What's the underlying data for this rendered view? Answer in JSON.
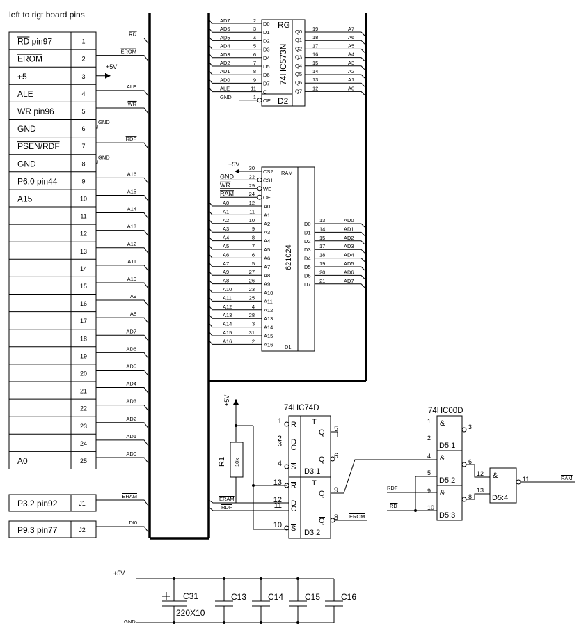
{
  "header": {
    "title": "left to rigt board pins"
  },
  "connector": {
    "rows": [
      {
        "label": "RD pin97",
        "pin": "1",
        "net": "RD"
      },
      {
        "label": "EROM",
        "pin": "2",
        "net": "EROM"
      },
      {
        "label": "+5",
        "pin": "3",
        "net": "+5V"
      },
      {
        "label": "ALE",
        "pin": "4",
        "net": "ALE"
      },
      {
        "label": "WR pin96",
        "pin": "5",
        "net": "WR"
      },
      {
        "label": "GND",
        "pin": "6",
        "net": "GND"
      },
      {
        "label": "PSEN/RDF",
        "pin": "7",
        "net": "RDF"
      },
      {
        "label": "GND",
        "pin": "8",
        "net": "GND"
      },
      {
        "label": "P6.0 pin44",
        "pin": "9",
        "net": "A16"
      },
      {
        "label": "A15",
        "pin": "10",
        "net": "A15"
      },
      {
        "label": "",
        "pin": "11",
        "net": "A14"
      },
      {
        "label": "",
        "pin": "12",
        "net": "A13"
      },
      {
        "label": "",
        "pin": "13",
        "net": "A12"
      },
      {
        "label": "",
        "pin": "14",
        "net": "A11"
      },
      {
        "label": "",
        "pin": "15",
        "net": "A10"
      },
      {
        "label": "",
        "pin": "16",
        "net": "A9"
      },
      {
        "label": "",
        "pin": "17",
        "net": "A8"
      },
      {
        "label": "",
        "pin": "18",
        "net": "AD7"
      },
      {
        "label": "",
        "pin": "19",
        "net": "AD6"
      },
      {
        "label": "",
        "pin": "20",
        "net": "AD5"
      },
      {
        "label": "",
        "pin": "21",
        "net": "AD4"
      },
      {
        "label": "",
        "pin": "22",
        "net": "AD3"
      },
      {
        "label": "",
        "pin": "23",
        "net": "AD2"
      },
      {
        "label": "",
        "pin": "24",
        "net": "AD1"
      },
      {
        "label": "A0",
        "pin": "25",
        "net": "AD0"
      }
    ],
    "jumpers": [
      {
        "label": "P3.2 pin92",
        "pin": "J1",
        "net": "ERAM"
      },
      {
        "label": "P9.3 pin77",
        "pin": "J2",
        "net": "DI0"
      }
    ]
  },
  "latch": {
    "name": "74HC573N",
    "ref": "D2",
    "type": "RG",
    "inputs": [
      {
        "net": "AD7",
        "num": "2",
        "pin": "D0"
      },
      {
        "net": "AD6",
        "num": "3",
        "pin": "D1"
      },
      {
        "net": "AD5",
        "num": "4",
        "pin": "D2"
      },
      {
        "net": "AD4",
        "num": "5",
        "pin": "D3"
      },
      {
        "net": "AD3",
        "num": "6",
        "pin": "D4"
      },
      {
        "net": "AD2",
        "num": "7",
        "pin": "D5"
      },
      {
        "net": "AD1",
        "num": "8",
        "pin": "D6"
      },
      {
        "net": "AD0",
        "num": "9",
        "pin": "D7"
      },
      {
        "net": "ALE",
        "num": "11",
        "pin": "C"
      },
      {
        "net": "GND",
        "num": "1",
        "pin": "OE"
      }
    ],
    "outputs": [
      {
        "pin": "Q0",
        "num": "19",
        "net": "A7"
      },
      {
        "pin": "Q1",
        "num": "18",
        "net": "A6"
      },
      {
        "pin": "Q2",
        "num": "17",
        "net": "A5"
      },
      {
        "pin": "Q3",
        "num": "16",
        "net": "A4"
      },
      {
        "pin": "Q4",
        "num": "15",
        "net": "A3"
      },
      {
        "pin": "Q5",
        "num": "14",
        "net": "A2"
      },
      {
        "pin": "Q6",
        "num": "13",
        "net": "A1"
      },
      {
        "pin": "Q7",
        "num": "12",
        "net": "A0"
      }
    ]
  },
  "ram": {
    "name": "621024",
    "type": "RAM",
    "ref": "D1",
    "vcc": "+5V",
    "controls": [
      {
        "net": "",
        "num": "30",
        "pin": "CS2"
      },
      {
        "net": "GND",
        "num": "22",
        "pin": "CS1"
      },
      {
        "net": "WR",
        "num": "29",
        "pin": "WE"
      },
      {
        "net": "RAM",
        "num": "24",
        "pin": "OE"
      }
    ],
    "addr": [
      {
        "net": "A0",
        "num": "12",
        "pin": "A0"
      },
      {
        "net": "A1",
        "num": "11",
        "pin": "A1"
      },
      {
        "net": "A2",
        "num": "10",
        "pin": "A2"
      },
      {
        "net": "A3",
        "num": "9",
        "pin": "A3"
      },
      {
        "net": "A4",
        "num": "8",
        "pin": "A4"
      },
      {
        "net": "A5",
        "num": "7",
        "pin": "A5"
      },
      {
        "net": "A6",
        "num": "6",
        "pin": "A6"
      },
      {
        "net": "A7",
        "num": "5",
        "pin": "A7"
      },
      {
        "net": "A9",
        "num": "27",
        "pin": "A8"
      },
      {
        "net": "A8",
        "num": "26",
        "pin": "A9"
      },
      {
        "net": "A10",
        "num": "23",
        "pin": "A10"
      },
      {
        "net": "A11",
        "num": "25",
        "pin": "A11"
      },
      {
        "net": "A12",
        "num": "4",
        "pin": "A12"
      },
      {
        "net": "A13",
        "num": "28",
        "pin": "A13"
      },
      {
        "net": "A14",
        "num": "3",
        "pin": "A14"
      },
      {
        "net": "A15",
        "num": "31",
        "pin": "A15"
      },
      {
        "net": "A16",
        "num": "2",
        "pin": "A16"
      }
    ],
    "data": [
      {
        "pin": "D0",
        "num": "13",
        "net": "AD0"
      },
      {
        "pin": "D1",
        "num": "14",
        "net": "AD1"
      },
      {
        "pin": "D2",
        "num": "15",
        "net": "AD2"
      },
      {
        "pin": "D3",
        "num": "17",
        "net": "AD3"
      },
      {
        "pin": "D4",
        "num": "18",
        "net": "AD4"
      },
      {
        "pin": "D5",
        "num": "19",
        "net": "AD5"
      },
      {
        "pin": "D6",
        "num": "20",
        "net": "AD6"
      },
      {
        "pin": "D7",
        "num": "21",
        "net": "AD7"
      }
    ]
  },
  "flipflop": {
    "name": "74HC74D",
    "type": "T",
    "top": {
      "ref": "D3:1",
      "pins": [
        {
          "pin": "R",
          "num": "1"
        },
        {
          "pin": "D",
          "num": "2"
        },
        {
          "pin": "C",
          "num": "3"
        },
        {
          "pin": "S",
          "num": "4"
        }
      ],
      "outs": [
        {
          "pin": "Q",
          "num": "5"
        },
        {
          "pin": "Q",
          "num": "6"
        }
      ]
    },
    "bottom": {
      "ref": "D3:2",
      "pins": [
        {
          "pin": "R",
          "num": "13"
        },
        {
          "pin": "D",
          "num": "12"
        },
        {
          "pin": "C",
          "num": "11"
        },
        {
          "pin": "S",
          "num": "10"
        }
      ],
      "outs": [
        {
          "pin": "Q",
          "num": "9"
        },
        {
          "pin": "Q",
          "num": "8"
        }
      ]
    },
    "nets": {
      "eram": "ERAM",
      "rdf": "RDF",
      "erom": "EROM"
    }
  },
  "resistor": {
    "ref": "R1",
    "value": "10k",
    "supply": "+5V"
  },
  "nand": {
    "name": "74HC00D",
    "symbol": "&",
    "gates": [
      {
        "ref": "D5:1",
        "ins": [
          "1",
          "2"
        ],
        "out": "3"
      },
      {
        "ref": "D5:2",
        "ins": [
          "4",
          "5"
        ],
        "out": "6"
      },
      {
        "ref": "D5:3",
        "ins": [
          "9",
          "10"
        ],
        "out": "8"
      },
      {
        "ref": "D5:4",
        "ins": [
          "12",
          "13"
        ],
        "out": "11"
      }
    ],
    "nets": {
      "rdf": "RDF",
      "rd": "RD",
      "ram": "RAM"
    }
  },
  "caps": {
    "supply": "+5V",
    "ground": "GND",
    "items": [
      {
        "ref": "C31",
        "value": "220X10"
      },
      {
        "ref": "C13"
      },
      {
        "ref": "C14"
      },
      {
        "ref": "C15"
      },
      {
        "ref": "C16"
      }
    ]
  }
}
